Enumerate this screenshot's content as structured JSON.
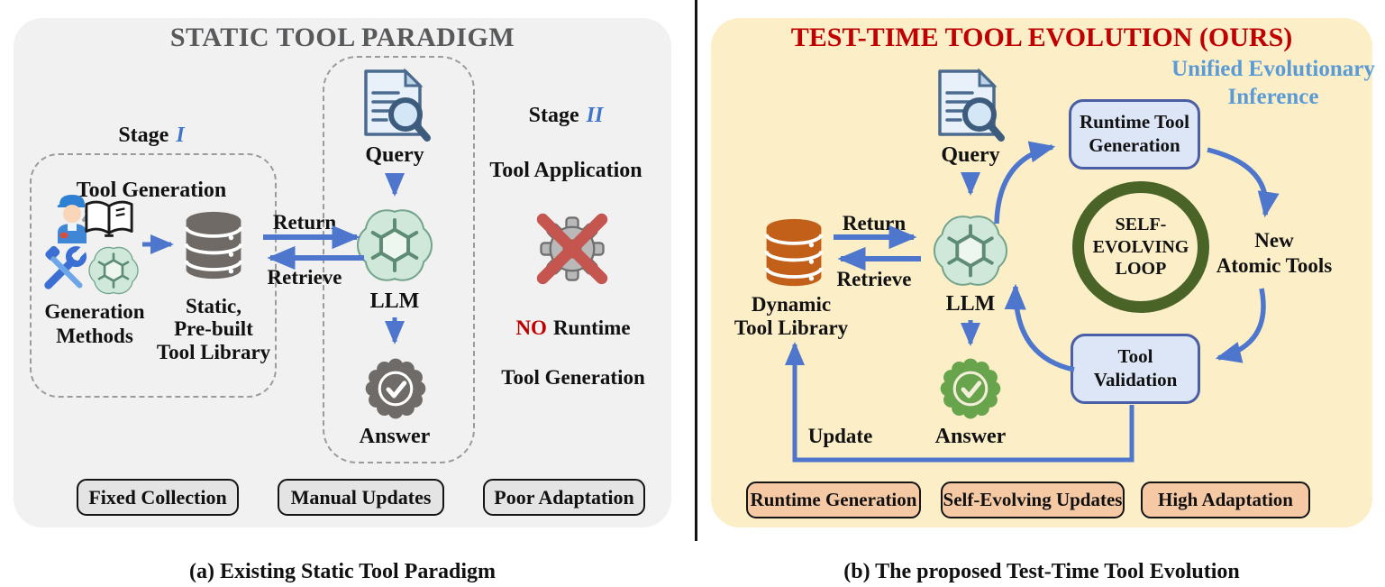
{
  "figure": {
    "caption_left": "(a) Existing Static Tool Paradigm",
    "caption_right": "(b) The proposed Test-Time Tool Evolution"
  },
  "left_panel": {
    "title": "STATIC TOOL PARADIGM",
    "stage1": {
      "word": "Stage",
      "numeral": "I",
      "subtitle": "Tool Generation"
    },
    "stage2": {
      "word": "Stage",
      "numeral": "II",
      "subtitle": "Tool Application"
    },
    "generation_methods_label": "Generation\nMethods",
    "library_label": "Static,\nPre-built\nTool Library",
    "query_label": "Query",
    "llm_label": "LLM",
    "answer_label": "Answer",
    "return_label": "Return",
    "retrieve_label": "Retrieve",
    "no_runtime": {
      "no": "NO",
      "rest": "Runtime",
      "line2": "Tool Generation"
    },
    "pills": [
      "Fixed Collection",
      "Manual Updates",
      "Poor Adaptation"
    ]
  },
  "right_panel": {
    "title": "TEST-TIME TOOL EVOLUTION (OURS)",
    "subtitle": "Unified Evolutionary\nInference",
    "query_label": "Query",
    "llm_label": "LLM",
    "answer_label": "Answer",
    "return_label": "Return",
    "retrieve_label": "Retrieve",
    "update_label": "Update",
    "library_label": "Dynamic\nTool Library",
    "runtime_tool_box_label": "Runtime Tool\nGeneration",
    "self_evolving_loop_label": "SELF-\nEVOLVING\nLOOP",
    "new_atomic_tools_label": "New\nAtomic Tools",
    "tool_validation_box_label": "Tool\nValidation",
    "pills": [
      "Runtime Generation",
      "Self-Evolving Updates",
      "High Adaptation"
    ]
  },
  "icons": {
    "query": "document-with-magnifier-icon",
    "llm": "openai-flower-icon",
    "static_library": "gray-database-icon",
    "dynamic_library": "orange-database-icon",
    "answer_static": "gray-seal-check-icon",
    "answer_evolving": "green-seal-check-icon",
    "no_runtime": "gear-with-red-cross-icon",
    "generation_methods": [
      "worker-icon",
      "open-book-icon",
      "crossed-tools-icon",
      "openai-flower-icon"
    ]
  },
  "colors": {
    "panel_gray": "#f1f1f2",
    "panel_cream": "#fcefc8",
    "title_gray": "#58595b",
    "title_red": "#c00000",
    "accent_blue": "#4d76cc",
    "stage_numeral_blue": "#3e74c9",
    "subtitle_blue": "#5b9bd5",
    "loop_green": "#4a6428",
    "answer_green": "#67a44b",
    "answer_gray": "#6f6b68",
    "database_gray": "#6f6a66",
    "database_orange": "#c2601a",
    "box_fill": "#dce6f7",
    "box_border": "#4a5fa5",
    "pill_gray": "#e4e4e4",
    "pill_peach": "#f6c9a5",
    "cross_red": "#c4564f"
  }
}
